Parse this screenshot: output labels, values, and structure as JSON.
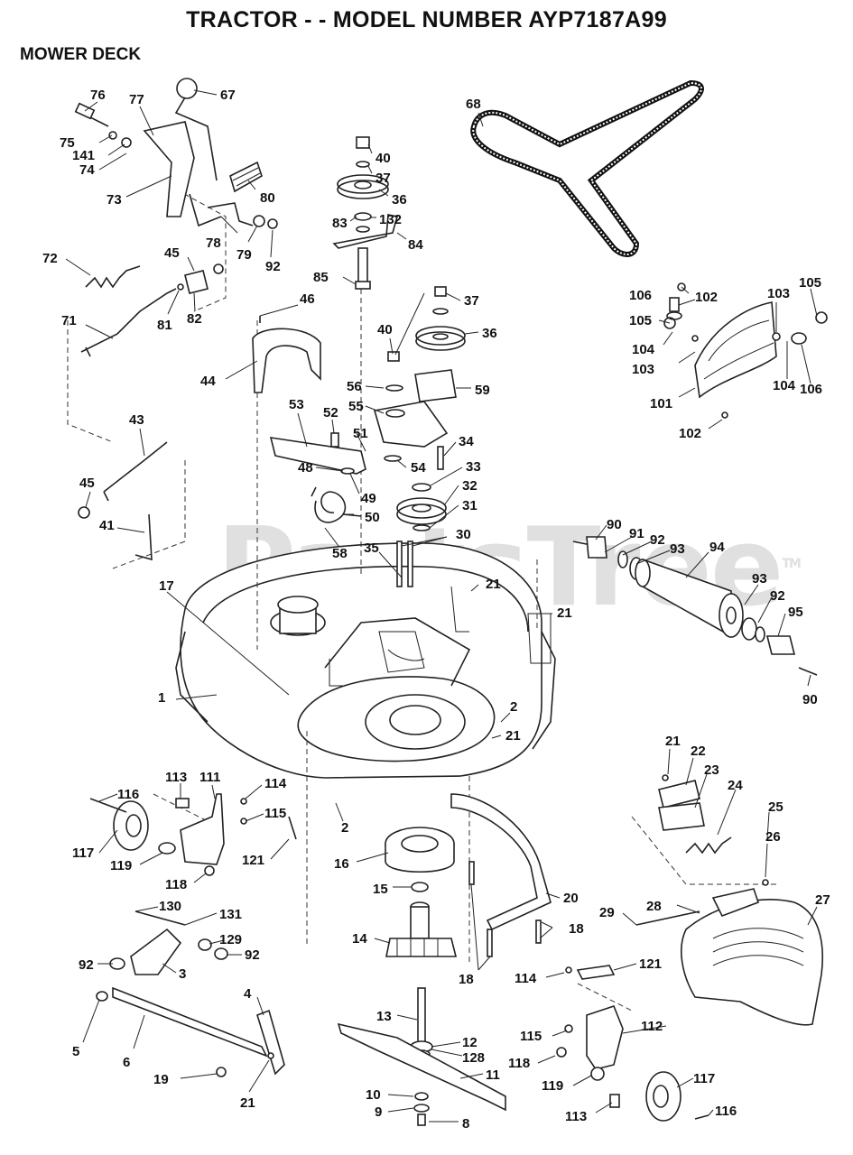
{
  "header": {
    "title": "TRACTOR - - MODEL NUMBER AYP7187A99",
    "subtitle": "MOWER DECK"
  },
  "watermark": {
    "text": "PartsTree",
    "tm": "TM"
  },
  "callouts": [
    {
      "id": "c76",
      "label": "76"
    },
    {
      "id": "c77",
      "label": "77"
    },
    {
      "id": "c67",
      "label": "67"
    },
    {
      "id": "c75",
      "label": "75"
    },
    {
      "id": "c141",
      "label": "141"
    },
    {
      "id": "c74",
      "label": "74"
    },
    {
      "id": "c73",
      "label": "73"
    },
    {
      "id": "c78",
      "label": "78"
    },
    {
      "id": "c79",
      "label": "79"
    },
    {
      "id": "c80",
      "label": "80"
    },
    {
      "id": "c92a",
      "label": "92"
    },
    {
      "id": "c40a",
      "label": "40"
    },
    {
      "id": "c37a",
      "label": "37"
    },
    {
      "id": "c36a",
      "label": "36"
    },
    {
      "id": "c83",
      "label": "83"
    },
    {
      "id": "c132",
      "label": "132"
    },
    {
      "id": "c84",
      "label": "84"
    },
    {
      "id": "c85",
      "label": "85"
    },
    {
      "id": "c68",
      "label": "68"
    },
    {
      "id": "c72",
      "label": "72"
    },
    {
      "id": "c45a",
      "label": "45"
    },
    {
      "id": "c81",
      "label": "81"
    },
    {
      "id": "c82",
      "label": "82"
    },
    {
      "id": "c71",
      "label": "71"
    },
    {
      "id": "c46",
      "label": "46"
    },
    {
      "id": "c44",
      "label": "44"
    },
    {
      "id": "c37b",
      "label": "37"
    },
    {
      "id": "c40b",
      "label": "40"
    },
    {
      "id": "c36b",
      "label": "36"
    },
    {
      "id": "c106a",
      "label": "106"
    },
    {
      "id": "c102a",
      "label": "102"
    },
    {
      "id": "c103a",
      "label": "103"
    },
    {
      "id": "c105a",
      "label": "105"
    },
    {
      "id": "c105b",
      "label": "105"
    },
    {
      "id": "c104a",
      "label": "104"
    },
    {
      "id": "c103b",
      "label": "103"
    },
    {
      "id": "c104b",
      "label": "104"
    },
    {
      "id": "c106b",
      "label": "106"
    },
    {
      "id": "c101",
      "label": "101"
    },
    {
      "id": "c102b",
      "label": "102"
    },
    {
      "id": "c56",
      "label": "56"
    },
    {
      "id": "c55",
      "label": "55"
    },
    {
      "id": "c59",
      "label": "59"
    },
    {
      "id": "c53",
      "label": "53"
    },
    {
      "id": "c52",
      "label": "52"
    },
    {
      "id": "c51",
      "label": "51"
    },
    {
      "id": "c34",
      "label": "34"
    },
    {
      "id": "c43",
      "label": "43"
    },
    {
      "id": "c48",
      "label": "48"
    },
    {
      "id": "c54",
      "label": "54"
    },
    {
      "id": "c33",
      "label": "33"
    },
    {
      "id": "c49",
      "label": "49"
    },
    {
      "id": "c32",
      "label": "32"
    },
    {
      "id": "c45b",
      "label": "45"
    },
    {
      "id": "c50",
      "label": "50"
    },
    {
      "id": "c31",
      "label": "31"
    },
    {
      "id": "c41",
      "label": "41"
    },
    {
      "id": "c58",
      "label": "58"
    },
    {
      "id": "c35",
      "label": "35"
    },
    {
      "id": "c30",
      "label": "30"
    },
    {
      "id": "c90a",
      "label": "90"
    },
    {
      "id": "c91",
      "label": "91"
    },
    {
      "id": "c92b",
      "label": "92"
    },
    {
      "id": "c93a",
      "label": "93"
    },
    {
      "id": "c94",
      "label": "94"
    },
    {
      "id": "c17",
      "label": "17"
    },
    {
      "id": "c21a",
      "label": "21"
    },
    {
      "id": "c21b",
      "label": "21"
    },
    {
      "id": "c93b",
      "label": "93"
    },
    {
      "id": "c92c",
      "label": "92"
    },
    {
      "id": "c95",
      "label": "95"
    },
    {
      "id": "c1",
      "label": "1"
    },
    {
      "id": "c2a",
      "label": "2"
    },
    {
      "id": "c21c",
      "label": "21"
    },
    {
      "id": "c90b",
      "label": "90"
    },
    {
      "id": "c21d",
      "label": "21"
    },
    {
      "id": "c22",
      "label": "22"
    },
    {
      "id": "c23",
      "label": "23"
    },
    {
      "id": "c24",
      "label": "24"
    },
    {
      "id": "c116a",
      "label": "116"
    },
    {
      "id": "c113a",
      "label": "113"
    },
    {
      "id": "c111",
      "label": "111"
    },
    {
      "id": "c114a",
      "label": "114"
    },
    {
      "id": "c115a",
      "label": "115"
    },
    {
      "id": "c2b",
      "label": "2"
    },
    {
      "id": "c25",
      "label": "25"
    },
    {
      "id": "c26",
      "label": "26"
    },
    {
      "id": "c117a",
      "label": "117"
    },
    {
      "id": "c119a",
      "label": "119"
    },
    {
      "id": "c121a",
      "label": "121"
    },
    {
      "id": "c16",
      "label": "16"
    },
    {
      "id": "c118a",
      "label": "118"
    },
    {
      "id": "c15",
      "label": "15"
    },
    {
      "id": "c28",
      "label": "28"
    },
    {
      "id": "c27",
      "label": "27"
    },
    {
      "id": "c20",
      "label": "20"
    },
    {
      "id": "c130",
      "label": "130"
    },
    {
      "id": "c131",
      "label": "131"
    },
    {
      "id": "c29",
      "label": "29"
    },
    {
      "id": "c129",
      "label": "129"
    },
    {
      "id": "c14",
      "label": "14"
    },
    {
      "id": "c18a",
      "label": "18"
    },
    {
      "id": "c92d",
      "label": "92"
    },
    {
      "id": "c92e",
      "label": "92"
    },
    {
      "id": "c3",
      "label": "3"
    },
    {
      "id": "c114b",
      "label": "114"
    },
    {
      "id": "c121b",
      "label": "121"
    },
    {
      "id": "c18b",
      "label": "18"
    },
    {
      "id": "c4",
      "label": "4"
    },
    {
      "id": "c13",
      "label": "13"
    },
    {
      "id": "c115b",
      "label": "115"
    },
    {
      "id": "c112",
      "label": "112"
    },
    {
      "id": "c5",
      "label": "5"
    },
    {
      "id": "c12",
      "label": "12"
    },
    {
      "id": "c6",
      "label": "6"
    },
    {
      "id": "c128",
      "label": "128"
    },
    {
      "id": "c118b",
      "label": "118"
    },
    {
      "id": "c11",
      "label": "11"
    },
    {
      "id": "c117b",
      "label": "117"
    },
    {
      "id": "c19",
      "label": "19"
    },
    {
      "id": "c119b",
      "label": "119"
    },
    {
      "id": "c21e",
      "label": "21"
    },
    {
      "id": "c10",
      "label": "10"
    },
    {
      "id": "c9",
      "label": "9"
    },
    {
      "id": "c113b",
      "label": "113"
    },
    {
      "id": "c116b",
      "label": "116"
    },
    {
      "id": "c8",
      "label": "8"
    }
  ]
}
